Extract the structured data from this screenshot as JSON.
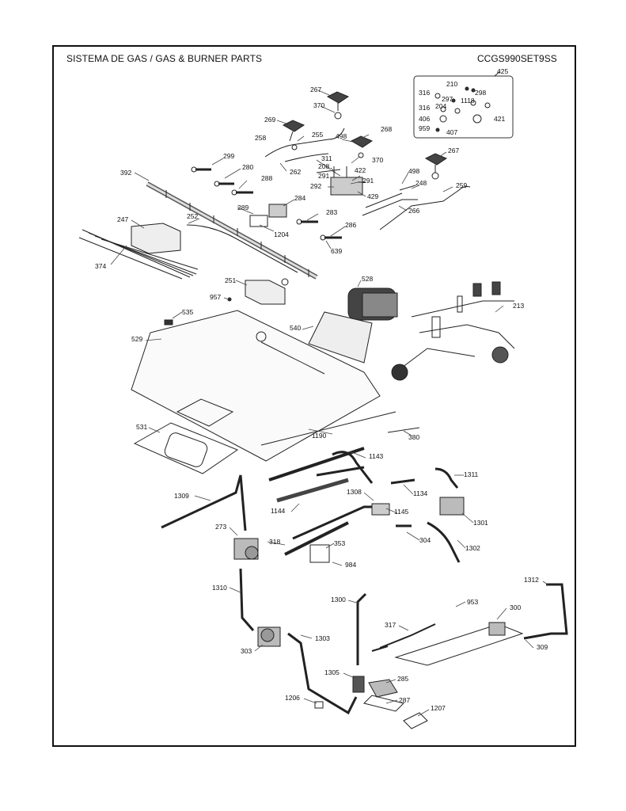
{
  "header": {
    "title": "SISTEMA DE GAS / GAS & BURNER PARTS",
    "model": "CCGS990SET9SS"
  },
  "labels": {
    "p267a": "267",
    "p370a": "370",
    "p269": "269",
    "p255": "255",
    "p268": "268",
    "p258": "258",
    "p498a": "498",
    "p370b": "370",
    "p299": "299",
    "p280": "280",
    "p288": "288",
    "p262": "262",
    "p208": "208",
    "p422": "422",
    "p311": "311",
    "p291a": "291",
    "p291b": "291",
    "p292": "292",
    "p429": "429",
    "p498b": "498",
    "p248": "248",
    "p259": "259",
    "p267b": "267",
    "p266": "266",
    "p392": "392",
    "p284": "284",
    "p289": "289",
    "p283": "283",
    "p1204": "1204",
    "p286": "286",
    "p639": "639",
    "p247": "247",
    "p252": "252",
    "p374": "374",
    "p251": "251",
    "p957": "957",
    "p528": "528",
    "p213": "213",
    "p535": "535",
    "p540": "540",
    "p529": "529",
    "p531": "531",
    "p1190": "1190",
    "p380": "380",
    "p1143": "1143",
    "p1311": "1311",
    "p1134": "1134",
    "p1309": "1309",
    "p1308": "1308",
    "p1144": "1144",
    "p1145": "1145",
    "p1301": "1301",
    "p273": "273",
    "p318": "318",
    "p353": "353",
    "p304": "304",
    "p1302": "1302",
    "p984": "984",
    "p1312": "1312",
    "p1310": "1310",
    "p1300": "1300",
    "p953": "953",
    "p300": "300",
    "p317": "317",
    "p309": "309",
    "p1303": "1303",
    "p303": "303",
    "p1305": "1305",
    "p285": "285",
    "p1206": "1206",
    "p287": "287",
    "p1207": "1207",
    "p425": "425",
    "p210": "210",
    "p298": "298",
    "p316a": "316",
    "p297": "297",
    "p1118": "1118",
    "p316b": "316",
    "p204": "204",
    "p406": "406",
    "p421": "421",
    "p959": "959",
    "p407": "407"
  },
  "parts": [
    "burner-head-267",
    "burner-head-269",
    "burner-head-268",
    "burner-head-267b",
    "manifold-392",
    "control-bracket-247",
    "valve-252",
    "wire-bundle-374",
    "igniter-module-251",
    "fan-motor-528",
    "wire-harness-213",
    "insulation-540",
    "cooktop-pan-529",
    "gasket-531",
    "rod-1190",
    "orifice-380",
    "tube-1143",
    "tube-1311",
    "valve-1134",
    "tube-1309",
    "bracket-1308",
    "burner-1144",
    "tube-1145",
    "regulator-1301",
    "valve-273",
    "burner-318",
    "bracket-353",
    "orifice-304",
    "tube-1302",
    "tube-1312",
    "tube-1310",
    "tube-1300",
    "burner-300",
    "electrode-317",
    "tube-1303",
    "regulator-303",
    "valve-1305",
    "bracket-285",
    "shield-287",
    "bracket-1206",
    "bracket-1207",
    "kit-425"
  ]
}
